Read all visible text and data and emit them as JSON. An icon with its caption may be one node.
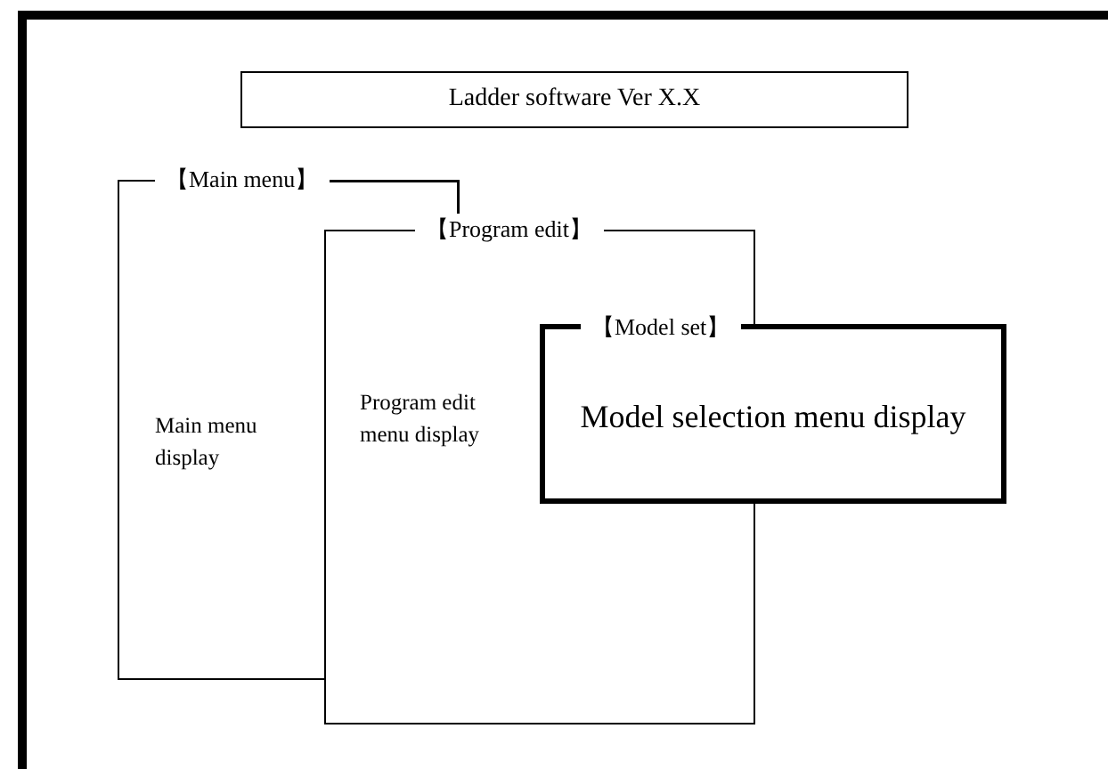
{
  "diagram": {
    "nodes": [
      {
        "text": [
          "Ladder software Ver X.X"
        ]
      },
      {
        "text": [
          "【Main menu】",
          "Main menu display"
        ]
      },
      {
        "text": [
          "【Program edit】",
          "Program edit menu display"
        ]
      },
      {
        "text": [
          "【Model set】",
          "Model selection menu display"
        ]
      }
    ]
  }
}
